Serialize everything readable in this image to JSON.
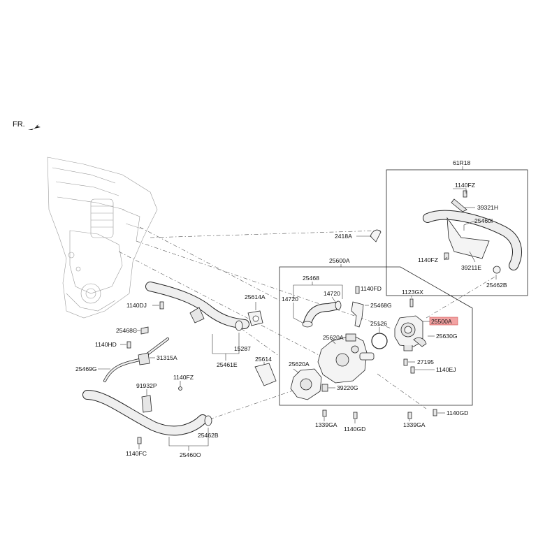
{
  "diagram": {
    "orientation_label": "FR.",
    "group_labels": {
      "outer_group": "25600A",
      "inner_group": "25468",
      "inset_group": "61R18"
    },
    "labels": {
      "l_1140fz_top": "1140FZ",
      "l_39321h": "39321H",
      "l_2418a": "2418A",
      "l_25460i": "25460I",
      "l_1140fz_mid": "1140FZ",
      "l_39211e": "39211E",
      "l_25462b_top": "25462B",
      "l_14720_a": "14720",
      "l_14720_b": "14720",
      "l_1140fd": "1140FD",
      "l_1123gx": "1123GX",
      "l_25468g": "25468G",
      "l_25500a": "25500A",
      "l_25126": "25126",
      "l_25630g": "25630G",
      "l_25620a_a": "25620A",
      "l_25620a_b": "25620A",
      "l_27195": "27195",
      "l_1140ej": "1140EJ",
      "l_39220g": "39220G",
      "l_1140gd_right": "1140GD",
      "l_1339ga_left": "1339GA",
      "l_1140gd_mid": "1140GD",
      "l_1339ga_right": "1339GA",
      "l_25614a": "25614A",
      "l_1140dj": "1140DJ",
      "l_15287": "15287",
      "l_25461e": "25461E",
      "l_25614": "25614",
      "l_25468c": "25468C",
      "l_1140hd": "1140HD",
      "l_31315a": "31315A",
      "l_25469g": "25469G",
      "l_91932p": "91932P",
      "l_1140fz_low": "1140FZ",
      "l_25462b_low": "25462B",
      "l_1140fc": "1140FC",
      "l_25460o": "25460O"
    },
    "highlight_color": "#f2a3a3",
    "highlighted_part": "25500A"
  }
}
